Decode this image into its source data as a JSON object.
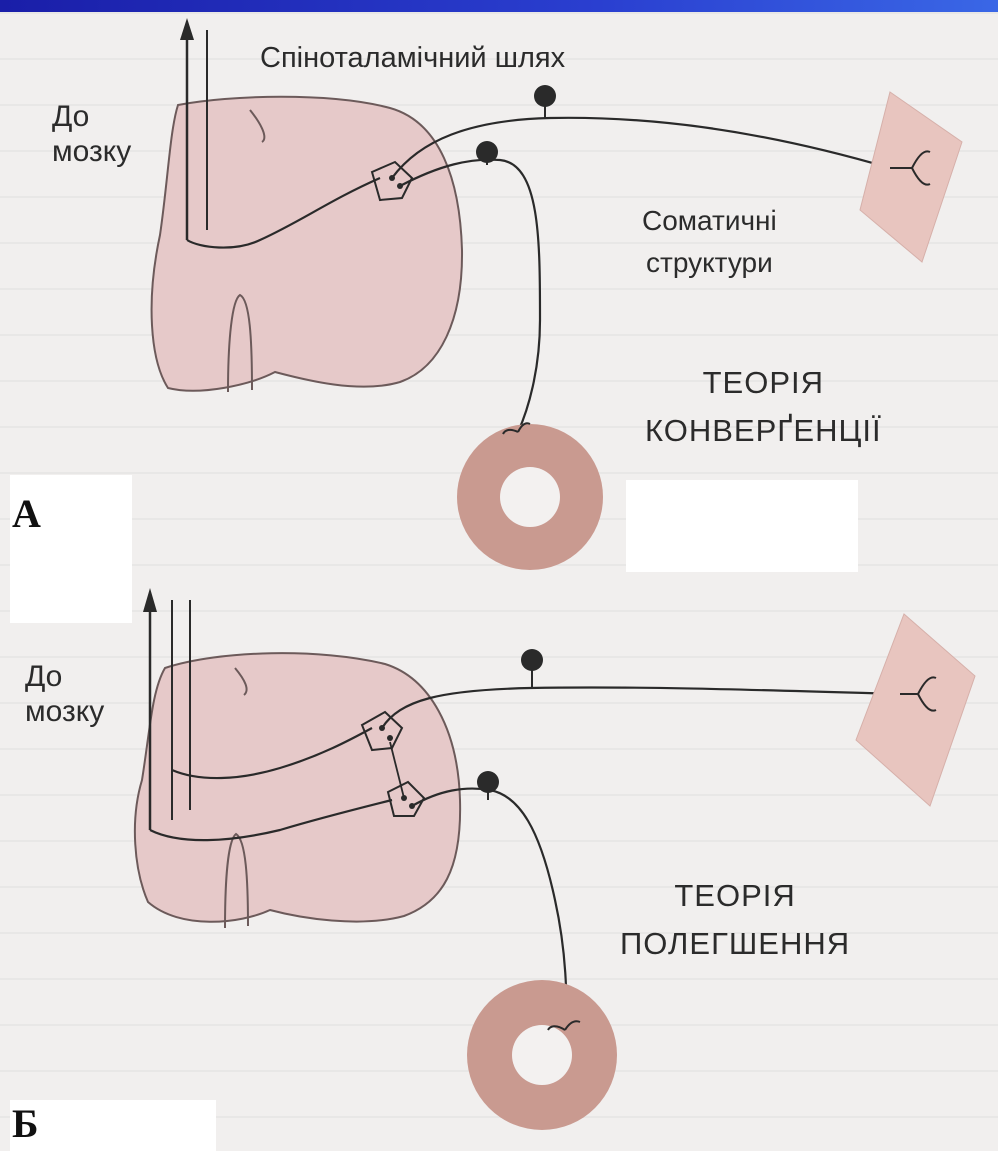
{
  "panel_a": {
    "letter": "А",
    "to_brain": [
      "До",
      "мозку"
    ],
    "spinothalamic": "Спіноталамічний шлях",
    "somatic": [
      "Соматичні",
      "структури"
    ],
    "theory": [
      "ТЕОРІЯ",
      "КОНВЕРҐЕНЦІЇ"
    ]
  },
  "panel_b": {
    "letter": "Б",
    "to_brain": [
      "До",
      "мозку"
    ],
    "theory": [
      "ТЕОРІЯ",
      "ПОЛЕГШЕННЯ"
    ]
  },
  "colors": {
    "tissue": "#e6c9c9",
    "organ": "#c99a90",
    "line": "#2a2a2a",
    "header_bar": "#2233c4"
  }
}
